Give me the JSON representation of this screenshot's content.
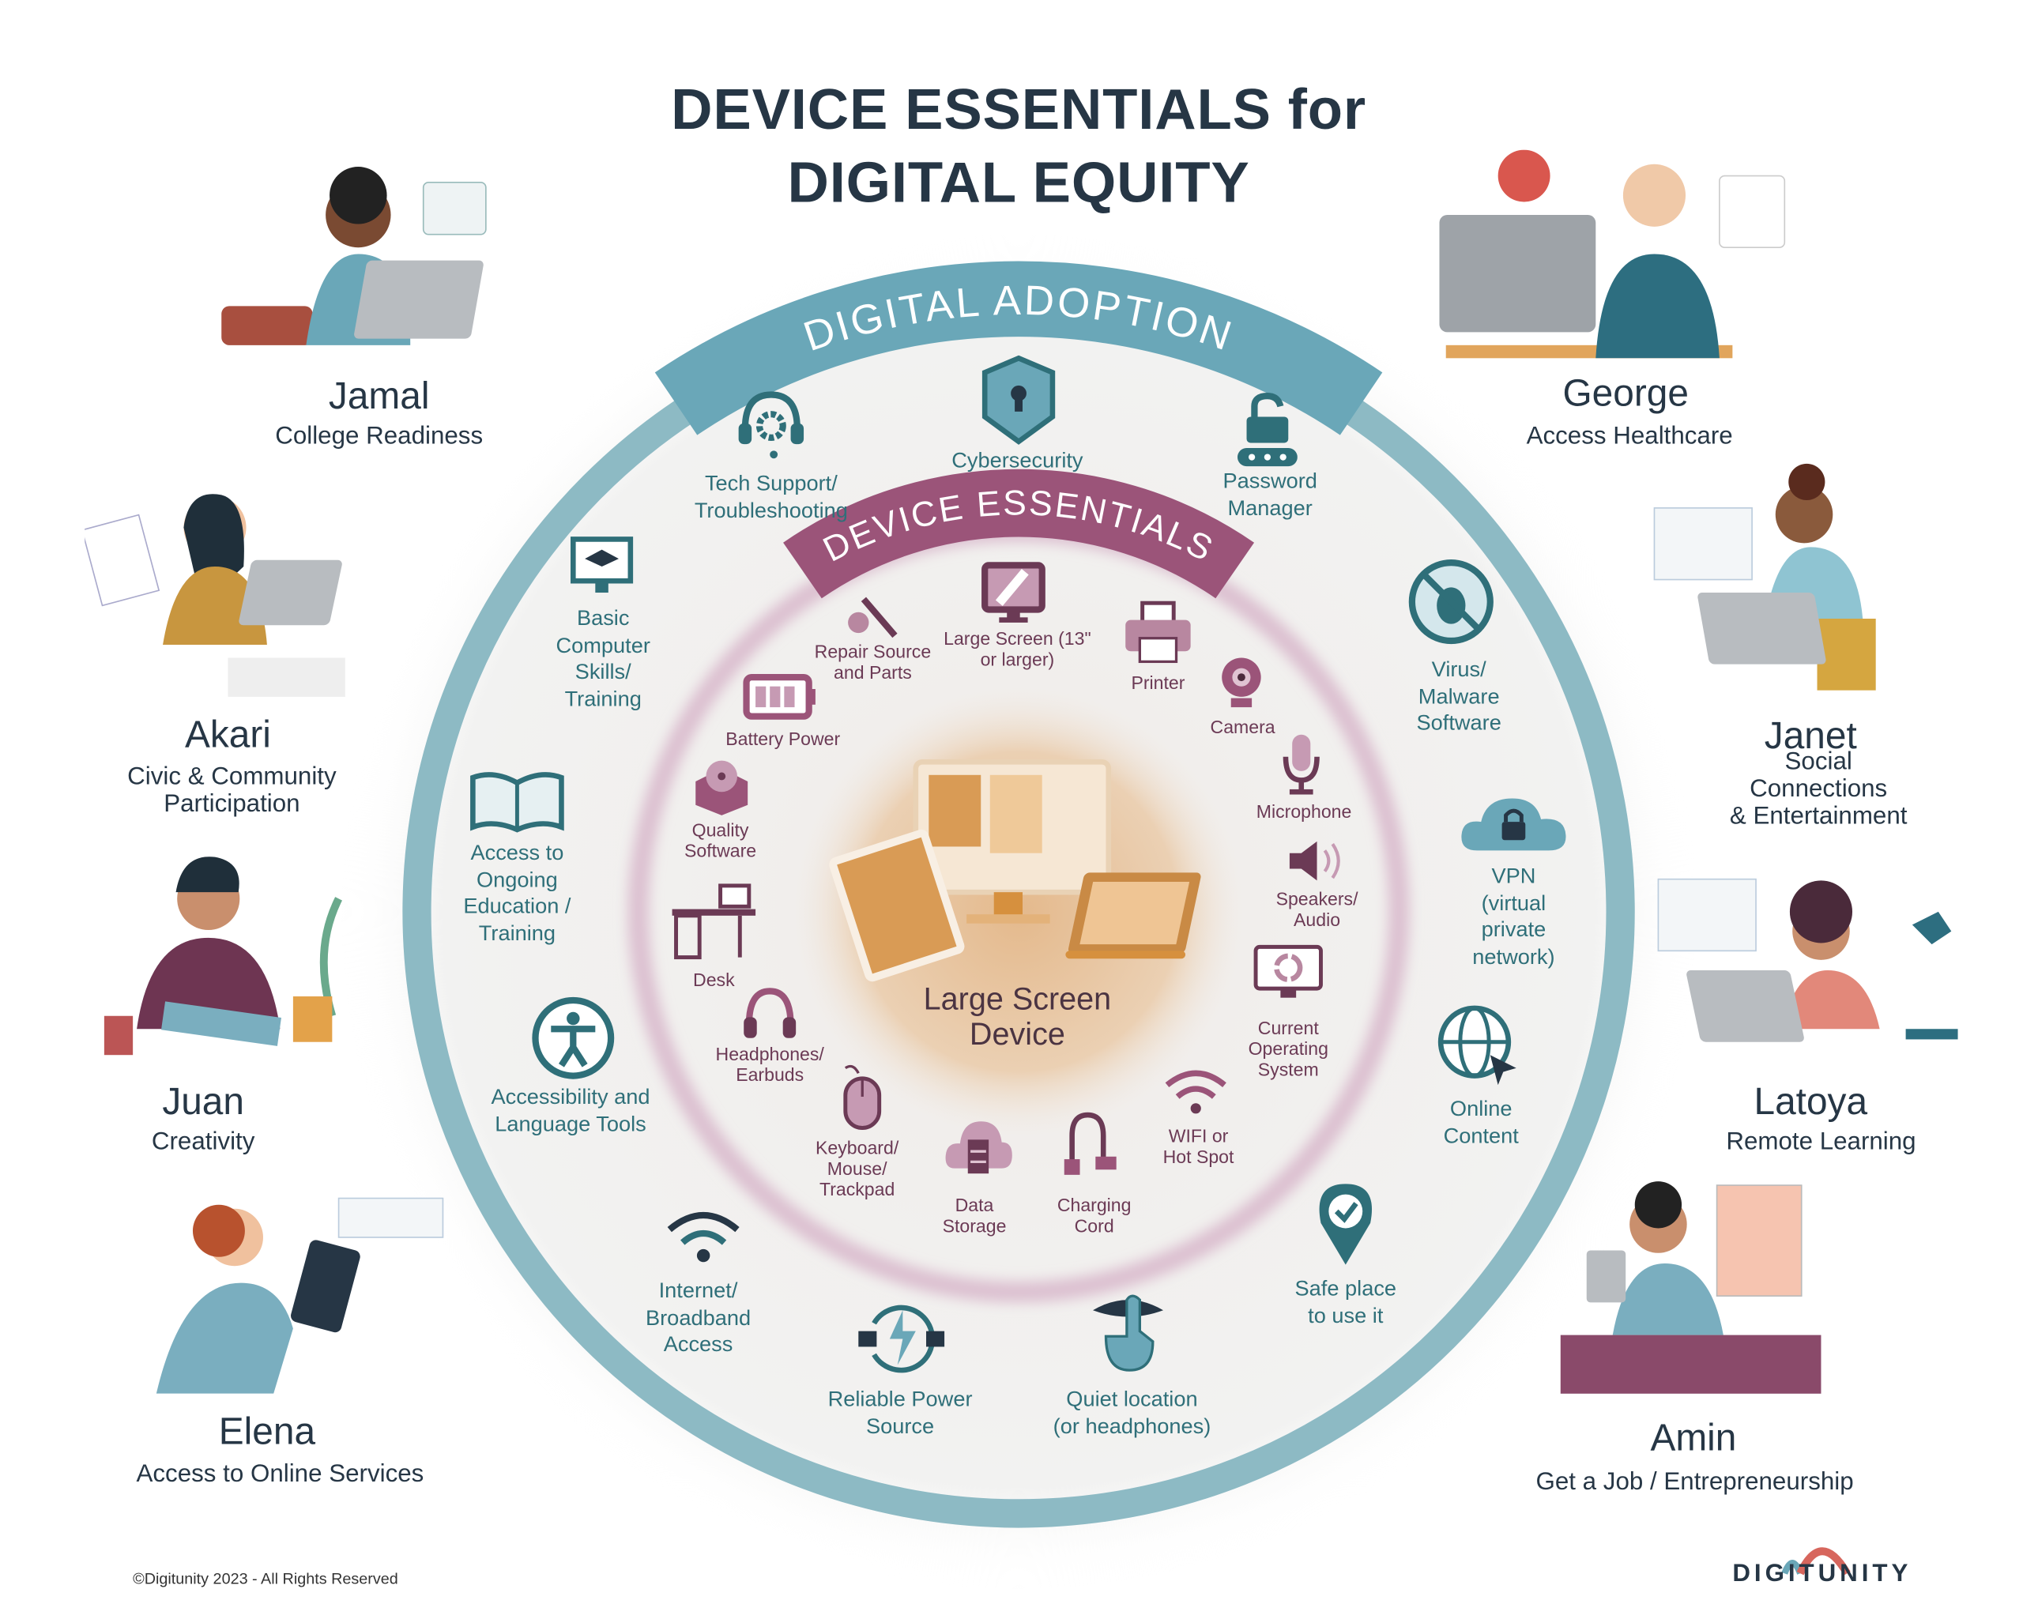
{
  "title": {
    "line1": "DEVICE ESSENTIALS for",
    "line2": "DIGITAL EQUITY"
  },
  "rings": {
    "outer_banner": "DIGITAL ADOPTION",
    "inner_banner": "DEVICE ESSENTIALS",
    "center": "Large Screen\nDevice"
  },
  "colors": {
    "title": "#263645",
    "teal": "#2f6f79",
    "teal_banner": "#6aa7b8",
    "purple": "#6b3a55",
    "purple_banner": "#9b5479",
    "glow": "#e7c39b"
  },
  "people": [
    {
      "name": "Jamal",
      "subtitle": "College Readiness"
    },
    {
      "name": "George",
      "subtitle": "Access Healthcare"
    },
    {
      "name": "Akari",
      "subtitle": "Civic & Community\nParticipation"
    },
    {
      "name": "Janet",
      "subtitle": "Social Connections\n& Entertainment"
    },
    {
      "name": "Juan",
      "subtitle": "Creativity"
    },
    {
      "name": "Latoya",
      "subtitle": "Remote Learning"
    },
    {
      "name": "Elena",
      "subtitle": "Access to Online Services"
    },
    {
      "name": "Amin",
      "subtitle": "Get a Job / Entrepreneurship"
    }
  ],
  "outer_items": [
    {
      "label": "Tech Support/\nTroubleshooting",
      "icon": "headset-gear-icon"
    },
    {
      "label": "Cybersecurity",
      "icon": "shield-lock-icon"
    },
    {
      "label": "Password\nManager",
      "icon": "padlock-icon"
    },
    {
      "label": "Basic\nComputer\nSkills/\nTraining",
      "icon": "monitor-graduation-icon"
    },
    {
      "label": "Virus/\nMalware\nSoftware",
      "icon": "bug-blocked-icon"
    },
    {
      "label": "Access to\nOngoing\nEducation /\nTraining",
      "icon": "open-book-icon"
    },
    {
      "label": "VPN\n(virtual\nprivate\nnetwork)",
      "icon": "cloud-lock-icon"
    },
    {
      "label": "Accessibility and\nLanguage  Tools",
      "icon": "accessibility-icon"
    },
    {
      "label": "Online\nContent",
      "icon": "globe-cursor-icon"
    },
    {
      "label": "Internet/\nBroadband\nAccess",
      "icon": "wifi-icon"
    },
    {
      "label": "Safe place\nto use it",
      "icon": "location-check-icon"
    },
    {
      "label": "Reliable Power\nSource",
      "icon": "power-plug-icon"
    },
    {
      "label": "Quiet location\n(or headphones)",
      "icon": "shush-icon"
    }
  ],
  "inner_items": [
    {
      "label": "Repair Source\nand Parts",
      "icon": "wrench-gear-icon"
    },
    {
      "label": "Large Screen (13\"\nor larger)",
      "icon": "monitor-icon"
    },
    {
      "label": "Printer",
      "icon": "printer-icon"
    },
    {
      "label": "Camera",
      "icon": "webcam-icon"
    },
    {
      "label": "Battery Power",
      "icon": "battery-icon"
    },
    {
      "label": "Microphone",
      "icon": "microphone-icon"
    },
    {
      "label": "Quality\nSoftware",
      "icon": "software-box-icon"
    },
    {
      "label": "Speakers/\nAudio",
      "icon": "speaker-icon"
    },
    {
      "label": "Desk",
      "icon": "desk-icon"
    },
    {
      "label": "Current\nOperating\nSystem",
      "icon": "os-update-icon"
    },
    {
      "label": "Headphones/\nEarbuds",
      "icon": "headphones-icon"
    },
    {
      "label": "Keyboard/\nMouse/\nTrackpad",
      "icon": "mouse-icon"
    },
    {
      "label": "Data\nStorage",
      "icon": "cloud-storage-icon"
    },
    {
      "label": "Charging\nCord",
      "icon": "charging-cord-icon"
    },
    {
      "label": "WIFI or\nHot Spot",
      "icon": "wifi-icon"
    }
  ],
  "footer": {
    "copyright": "©Digitunity 2023 - All Rights Reserved",
    "logo": "DIGITUNITY"
  }
}
